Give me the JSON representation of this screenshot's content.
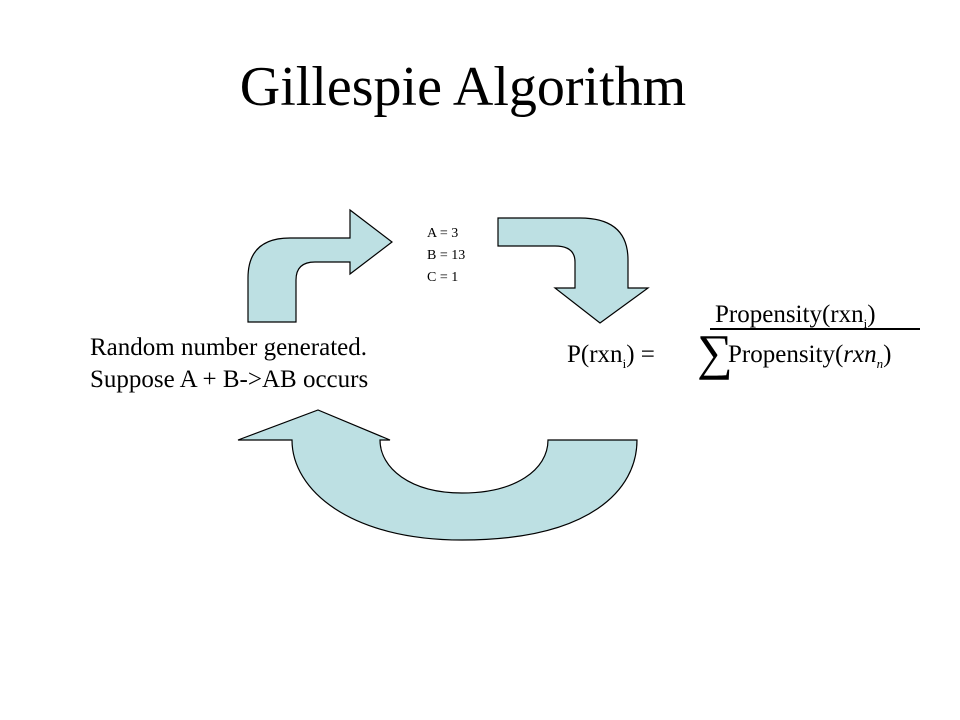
{
  "title": "Gillespie Algorithm",
  "state": {
    "a": "A = 3",
    "b": "B = 13",
    "c": "C = 1"
  },
  "description": {
    "line1": "Random number generated.",
    "line2": "Suppose A + B->AB occurs"
  },
  "formula": {
    "lhs_prefix": "P(rxn",
    "lhs_sub": "i",
    "lhs_suffix": ") =",
    "numerator_prefix": "Propensity(rxn",
    "numerator_sub": "i",
    "numerator_suffix": ")",
    "sigma": "∑",
    "denominator_prefix": "Propensity(",
    "denominator_var": "rxn",
    "denominator_sub": "n",
    "denominator_suffix": ")"
  },
  "colors": {
    "arrow_fill": "#bde0e3",
    "arrow_stroke": "#000000"
  }
}
